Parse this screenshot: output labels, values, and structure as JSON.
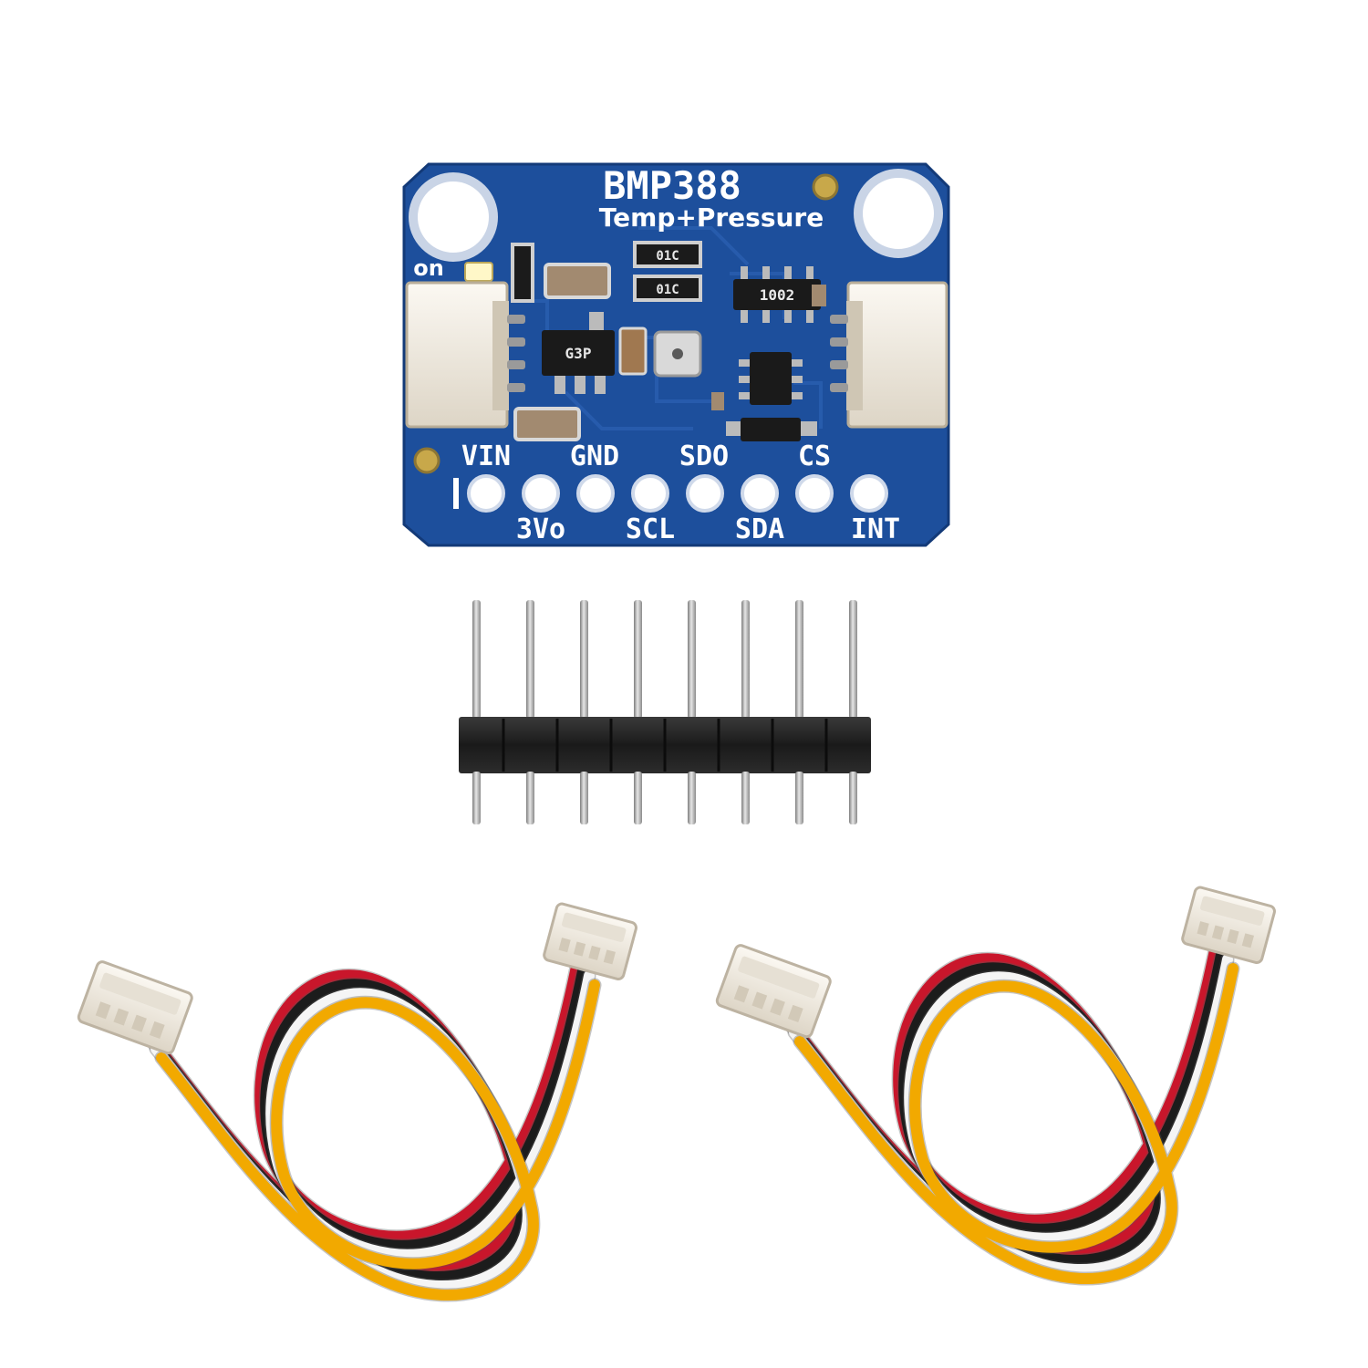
{
  "board": {
    "title": "BMP388",
    "subtitle": "Temp+Pressure",
    "power_label": "on",
    "pins_top": [
      "VIN",
      "GND",
      "SDO",
      "CS"
    ],
    "pins_bottom": [
      "3Vo",
      "SCL",
      "SDA",
      "INT"
    ],
    "chip_labels": {
      "resistor_top": "01C",
      "resistor_mid": "01C",
      "array": "1002",
      "regulator": "G3P"
    }
  },
  "colors": {
    "pcb": "#1d4f9c",
    "pcb_dark": "#153c7a",
    "connector": "#efe9de",
    "wire_red": "#c9162b",
    "wire_black": "#1c1c1c",
    "wire_white": "#f5f5f5",
    "wire_yellow": "#f2a900",
    "header_plastic": "#1f1f1f",
    "header_pin": "#b9b9b9"
  },
  "header": {
    "pin_count": 8
  },
  "cables": {
    "count": 2
  }
}
